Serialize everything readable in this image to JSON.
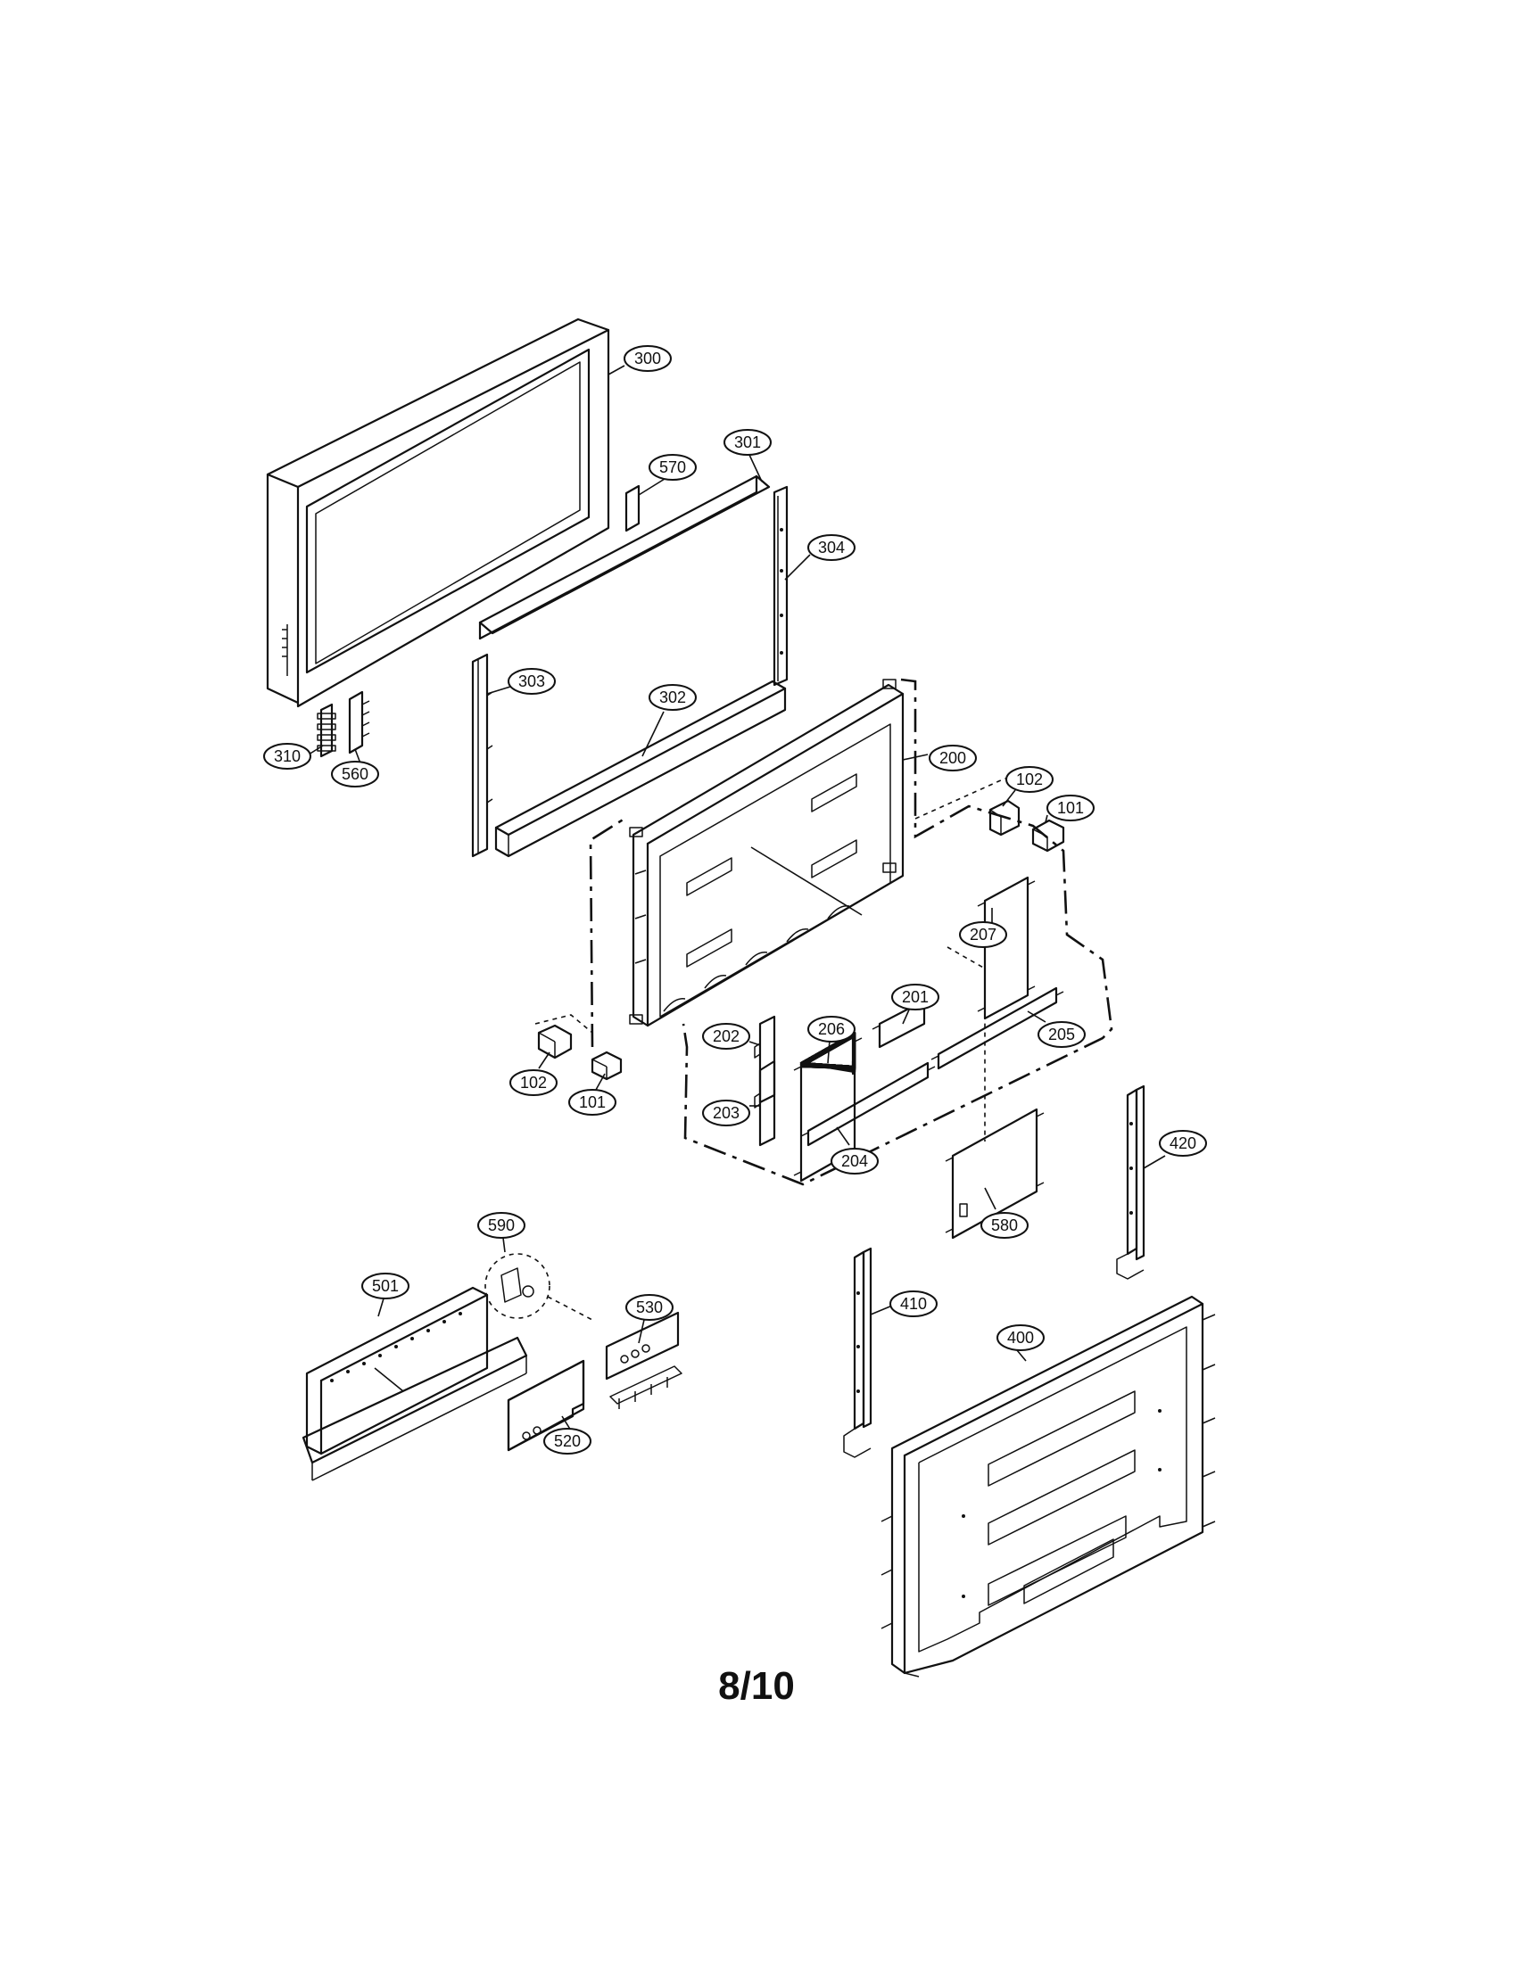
{
  "page_number": "8/10",
  "callouts": [
    {
      "id": "c300",
      "label": "300"
    },
    {
      "id": "c570",
      "label": "570"
    },
    {
      "id": "c301",
      "label": "301"
    },
    {
      "id": "c304",
      "label": "304"
    },
    {
      "id": "c303",
      "label": "303"
    },
    {
      "id": "c302",
      "label": "302"
    },
    {
      "id": "c310",
      "label": "310"
    },
    {
      "id": "c560",
      "label": "560"
    },
    {
      "id": "c200",
      "label": "200"
    },
    {
      "id": "c102a",
      "label": "102"
    },
    {
      "id": "c101a",
      "label": "101"
    },
    {
      "id": "c207",
      "label": "207"
    },
    {
      "id": "c206",
      "label": "206"
    },
    {
      "id": "c201",
      "label": "201"
    },
    {
      "id": "c202",
      "label": "202"
    },
    {
      "id": "c205",
      "label": "205"
    },
    {
      "id": "c102b",
      "label": "102"
    },
    {
      "id": "c101b",
      "label": "101"
    },
    {
      "id": "c203",
      "label": "203"
    },
    {
      "id": "c204",
      "label": "204"
    },
    {
      "id": "c420",
      "label": "420"
    },
    {
      "id": "c590",
      "label": "590"
    },
    {
      "id": "c580",
      "label": "580"
    },
    {
      "id": "c501",
      "label": "501"
    },
    {
      "id": "c530",
      "label": "530"
    },
    {
      "id": "c410",
      "label": "410"
    },
    {
      "id": "c400",
      "label": "400"
    },
    {
      "id": "c520",
      "label": "520"
    }
  ]
}
